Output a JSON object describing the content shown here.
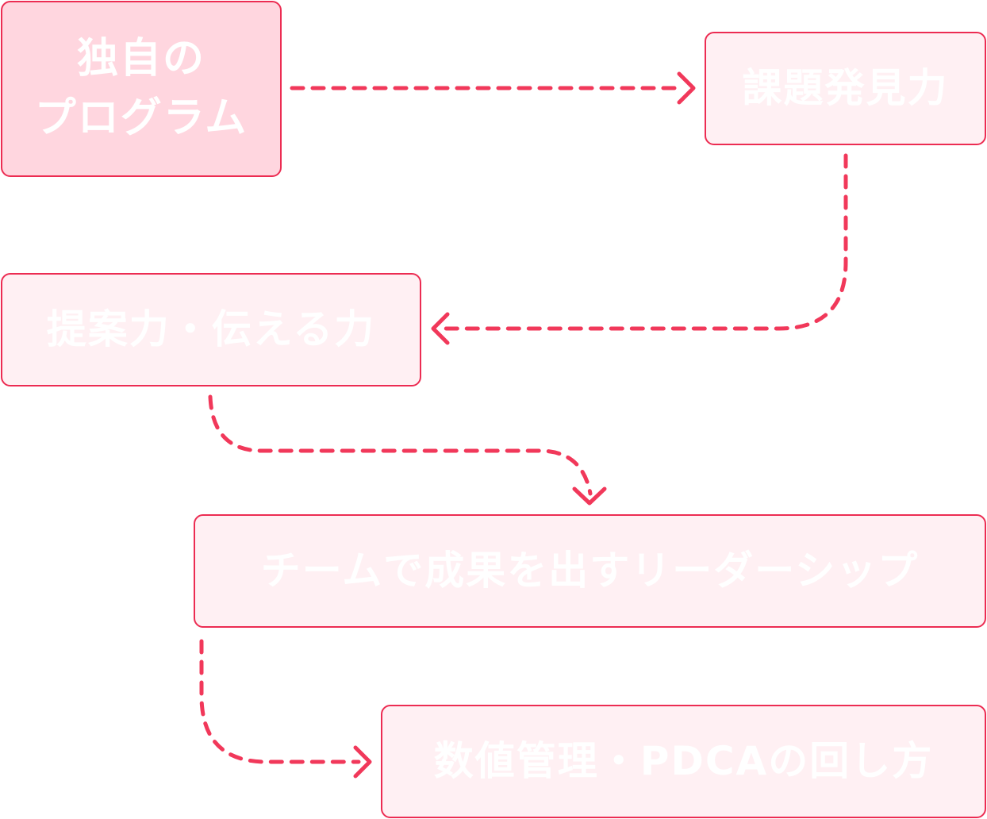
{
  "diagram": {
    "nodes": [
      {
        "id": "n1",
        "lines": [
          "独自の",
          "プログラム"
        ]
      },
      {
        "id": "n2",
        "lines": [
          "課題発見力"
        ]
      },
      {
        "id": "n3",
        "lines": [
          "提案力・伝える力"
        ]
      },
      {
        "id": "n4",
        "lines": [
          "チームで成果を出すリーダーシップ"
        ]
      },
      {
        "id": "n5",
        "lines": [
          "数値管理・PDCAの回し方"
        ]
      }
    ],
    "edges": [
      {
        "from": "n1",
        "to": "n2",
        "style": "dashed-arrow"
      },
      {
        "from": "n2",
        "to": "n3",
        "style": "dashed-arrow"
      },
      {
        "from": "n3",
        "to": "n4",
        "style": "dashed-arrow"
      },
      {
        "from": "n4",
        "to": "n5",
        "style": "dashed-arrow"
      }
    ],
    "colors": {
      "accent": "#f1385a",
      "border": "#ec2c52",
      "primary_fill": "#ffd6df",
      "secondary_fill": "#fff0f3",
      "text": "#ffffff"
    }
  }
}
